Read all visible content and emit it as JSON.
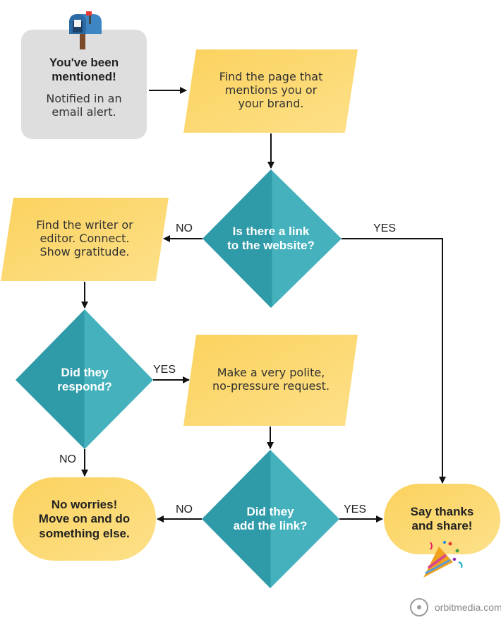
{
  "colors": {
    "parallelogram": "#fbd25e",
    "diamond": "#3aa8b5",
    "diamond_text": "#ffffff",
    "oval": "#fbd25e",
    "start_box": "#dedede",
    "arrow": "#111111"
  },
  "icons": {
    "start": "mailbox-icon",
    "end": "party-popper-icon",
    "brand": "orbit-logo-icon"
  },
  "start": {
    "title": [
      "You've been",
      "mentioned!"
    ],
    "body": [
      "Notified in an",
      "email alert."
    ]
  },
  "step_find_page": [
    "Find the page that",
    "mentions you or",
    "your brand."
  ],
  "decision_link": [
    "Is there a link",
    "to the website?"
  ],
  "step_find_writer": [
    "Find the writer or",
    "editor. Connect.",
    "Show gratitude."
  ],
  "decision_respond": [
    "Did they",
    "respond?"
  ],
  "step_request": [
    "Make a very polite,",
    "no-pressure request."
  ],
  "decision_added": [
    "Did they",
    "add the link?"
  ],
  "end_no_worries": [
    "No worries!",
    "Move on and do",
    "something else."
  ],
  "end_thanks": [
    "Say thanks",
    "and share!"
  ],
  "labels": {
    "link_no": "NO",
    "link_yes": "YES",
    "respond_yes": "YES",
    "respond_no": "NO",
    "added_no": "NO",
    "added_yes": "YES"
  },
  "brand": {
    "text": "orbitmedia.com"
  }
}
